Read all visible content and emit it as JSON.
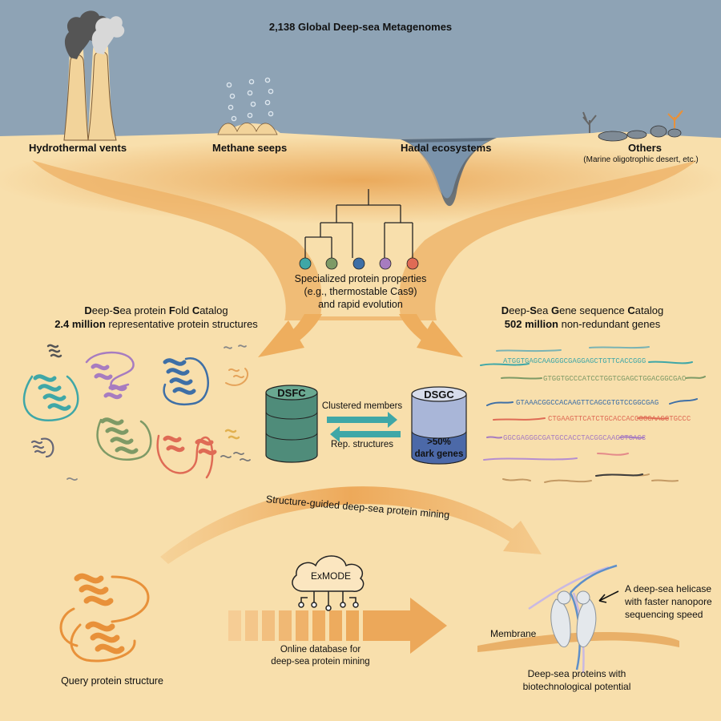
{
  "top": {
    "title": "2,138 Global Deep-sea Metagenomes",
    "habitats": {
      "vents": "Hydrothermal vents",
      "seeps": "Methane seeps",
      "hadal": "Hadal ecosystems",
      "others": "Others",
      "others_note": "(Marine oligotrophic desert, etc.)"
    }
  },
  "middle": {
    "specialized_1": "Specialized protein properties",
    "specialized_2": "(e.g., thermostable Cas9)",
    "specialized_3": "and rapid evolution"
  },
  "dsfc": {
    "title_parts": [
      "D",
      "eep-",
      "S",
      "ea protein ",
      "F",
      "old ",
      "C",
      "atalog"
    ],
    "count_bold": "2.4 million",
    "count_rest": " representative protein structures",
    "drum": "DSFC"
  },
  "dsgc": {
    "title_parts": [
      "D",
      "eep-",
      "S",
      "ea ",
      "G",
      "ene sequence ",
      "C",
      "atalog"
    ],
    "count_bold": "502 million",
    "count_rest": " non-redundant genes",
    "drum": "DSGC",
    "dark_1": ">50%",
    "dark_2": "dark genes"
  },
  "flow": {
    "clustered": "Clustered members",
    "rep": "Rep. structures",
    "mining": "Structure-guided deep-sea protein mining"
  },
  "sequences": [
    "ATGGTGAGCAAGGGCGAGGAGCTGTTCACCGGG",
    "GTGGTGCCCATCCTGGTCGAGCTGGACGGCGAC",
    "GTAAACGGCCACAAGTTCAGCGTGTCCGGCGAG",
    "CTGAAGTTCATCTGCACCACCGGCAAGCTGCCC",
    "GGCGAGGGCGATGCCACCTACGGCAAGCTGACC"
  ],
  "bottom": {
    "exmode": "ExMODE",
    "online_1": "Online database for",
    "online_2": "deep-sea protein mining",
    "query": "Query protein structure",
    "helicase_1": "A deep-sea helicase",
    "helicase_2": "with faster nanopore",
    "helicase_3": "sequencing speed",
    "membrane": "Membrane",
    "potential_1": "Deep-sea proteins with",
    "potential_2": "biotechnological potential"
  },
  "colors": {
    "sea": "#8ea3b5",
    "sand": "#f8dfac",
    "sediment": "#edb56a",
    "arrow": "#eeae5e",
    "teal": "#3fa7a7",
    "purple": "#a77cc0",
    "blue": "#3e6fa6",
    "green": "#7e9a66",
    "red": "#df6b55",
    "orange": "#e8913a",
    "drum_green": "#4f8c7a",
    "drum_blue": "#4c69a8"
  }
}
